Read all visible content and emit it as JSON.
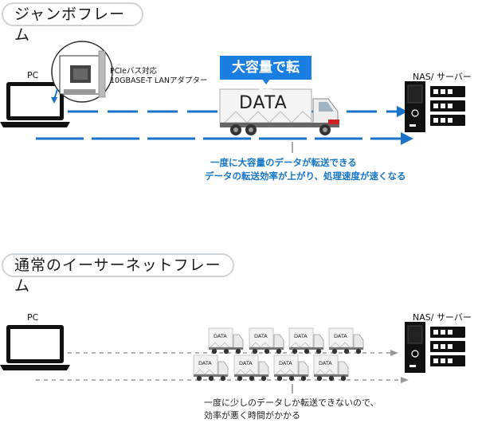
{
  "jumbo": {
    "title": "ジャンボフレーム",
    "pc_label": "PC",
    "nas_label": "NAS/ サーバー",
    "adapter_line1": "PCIeバス対応",
    "adapter_line2": "10GBASE-T LANアダプター",
    "badge": "大容量で転送",
    "truck_text": "DATA",
    "caption_line1": "一度に大容量のデータが転送できる",
    "caption_line2": "データの転送効率が上がり、処理速度が速くなる"
  },
  "normal": {
    "title": "通常のイーサーネットフレーム",
    "pc_label": "PC",
    "nas_label": "NAS/ サーバー",
    "truck_text": "DATA",
    "caption_line1": "一度に少しのデータしか転送できないので、",
    "caption_line2": "効率が悪く時間がかかる"
  },
  "colors": {
    "accent": "#1a7fe0",
    "arrow": "#1a73c8",
    "gray_arrow": "#999999",
    "text_blue": "#1676c8"
  }
}
